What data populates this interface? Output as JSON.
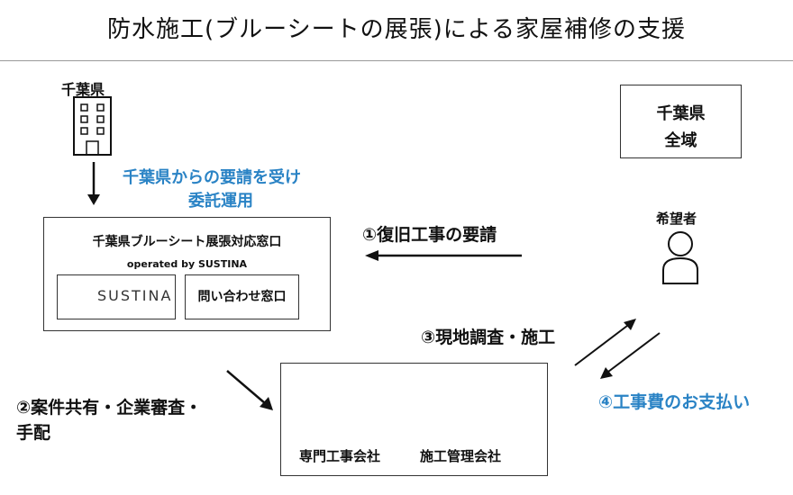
{
  "title": "防水施工(ブルーシートの展張)による家屋補修の支援",
  "chiba_pref": {
    "label": "千葉県",
    "icon": "building-icon"
  },
  "request_note": {
    "line1": "千葉県からの要請を受け",
    "line2": "委託運用"
  },
  "area_box": {
    "line1": "千葉県",
    "line2": "全域"
  },
  "window_box": {
    "title": "千葉県ブルーシート展張対応窓口",
    "operated_by": "operated by SUSTINA",
    "logo_text": "SUSTINA",
    "contact_label": "問い合わせ窓口"
  },
  "applicant": {
    "label": "希望者",
    "icon": "person-icon"
  },
  "steps": {
    "step1": "①復旧工事の要請",
    "step2_line1": "②案件共有・企業審査・",
    "step2_line2": "手配",
    "step3": "③現地調査・施工",
    "step4": "④工事費のお支払い"
  },
  "contractor_box": {
    "label_left": "専門工事会社",
    "label_right": "施工管理会社",
    "icon": "worker-helmet-icon"
  },
  "colors": {
    "accent_blue": "#2a83c5",
    "text": "#111111",
    "border": "#333333"
  }
}
